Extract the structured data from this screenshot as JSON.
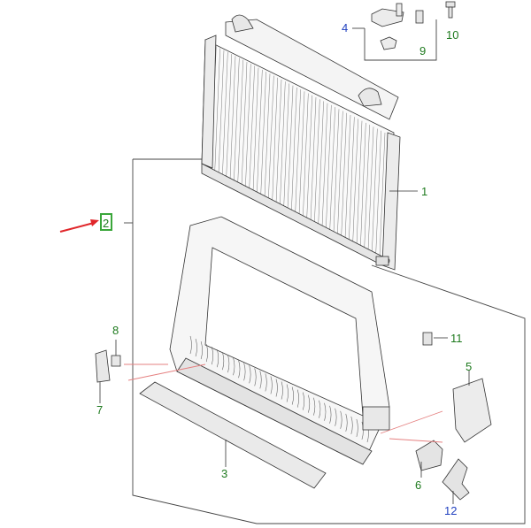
{
  "diagram": {
    "callouts": [
      {
        "id": "c1",
        "label": "1",
        "color": "#1e7a1e"
      },
      {
        "id": "c2",
        "label": "2",
        "color": "#1e7a1e"
      },
      {
        "id": "c3",
        "label": "3",
        "color": "#1e7a1e"
      },
      {
        "id": "c4",
        "label": "4",
        "color": "#1f3fbf"
      },
      {
        "id": "c5",
        "label": "5",
        "color": "#1e7a1e"
      },
      {
        "id": "c6",
        "label": "6",
        "color": "#1e7a1e"
      },
      {
        "id": "c7",
        "label": "7",
        "color": "#1e7a1e"
      },
      {
        "id": "c8",
        "label": "8",
        "color": "#1e7a1e"
      },
      {
        "id": "c9",
        "label": "9",
        "color": "#1e7a1e"
      },
      {
        "id": "c10",
        "label": "10",
        "color": "#1e7a1e"
      },
      {
        "id": "c11",
        "label": "11",
        "color": "#1e7a1e"
      },
      {
        "id": "c12",
        "label": "12",
        "color": "#1f3fbf"
      }
    ],
    "highlight_color": "#3aa63a",
    "arrow_color": "#e0262a"
  }
}
